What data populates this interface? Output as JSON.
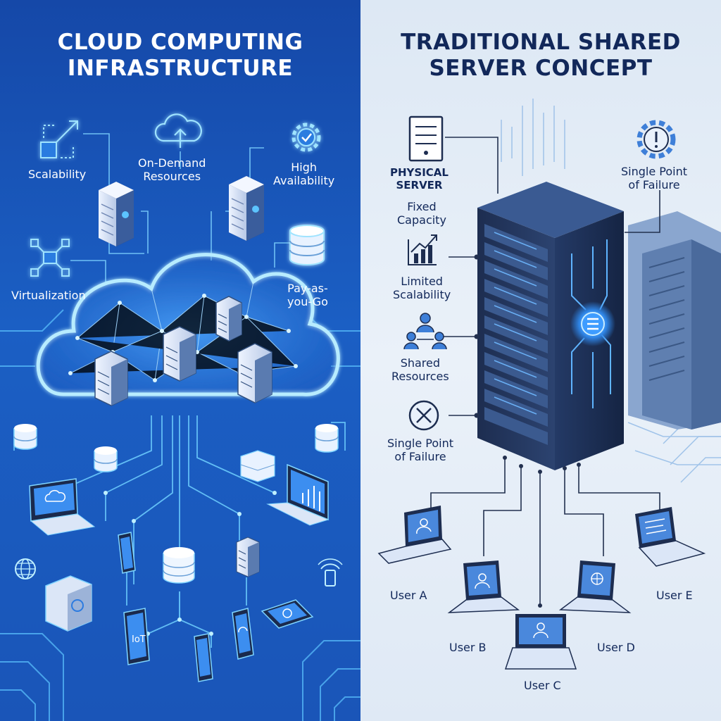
{
  "colors": {
    "left_bg": "#1548a8",
    "right_bg": "#e4edf7",
    "glow": "#9fe3ff",
    "server_dark": "#1d2d50",
    "title_dark": "#12285a"
  },
  "left_panel": {
    "title_line1": "CLOUD COMPUTING",
    "title_line2": "INFRASTRUCTURE",
    "features": [
      {
        "label": "Scalability",
        "icon": "scalability-icon"
      },
      {
        "label": "On-Demand",
        "label2": "Resources",
        "icon": "cloud-upload-icon"
      },
      {
        "label": "High",
        "label2": "Availability",
        "icon": "gear-check-icon"
      },
      {
        "label": "Virtualization",
        "icon": "virtualization-icon"
      },
      {
        "label": "Pay-as-",
        "label2": "you-Go",
        "icon": "database-icon"
      }
    ],
    "device_labels": {
      "iot": "IoT"
    }
  },
  "right_panel": {
    "title_line1": "TRADITIONAL SHARED",
    "title_line2": "SERVER CONCEPT",
    "features": [
      {
        "label": "PHYSICAL",
        "label2": "SERVER",
        "icon": "server-icon"
      },
      {
        "label": "Fixed",
        "label2": "Capacity"
      },
      {
        "label": "Limited",
        "label2": "Scalability",
        "icon": "growth-chart-icon"
      },
      {
        "label": "Shared",
        "label2": "Resources",
        "icon": "shared-users-icon"
      },
      {
        "label": "Single Point",
        "label2": "of Failure",
        "icon": "failure-x-icon"
      },
      {
        "label": "Single Point",
        "label2": "of Failure",
        "icon": "gear-warning-icon"
      }
    ],
    "users": [
      "User A",
      "User B",
      "User C",
      "User D",
      "User E"
    ]
  }
}
